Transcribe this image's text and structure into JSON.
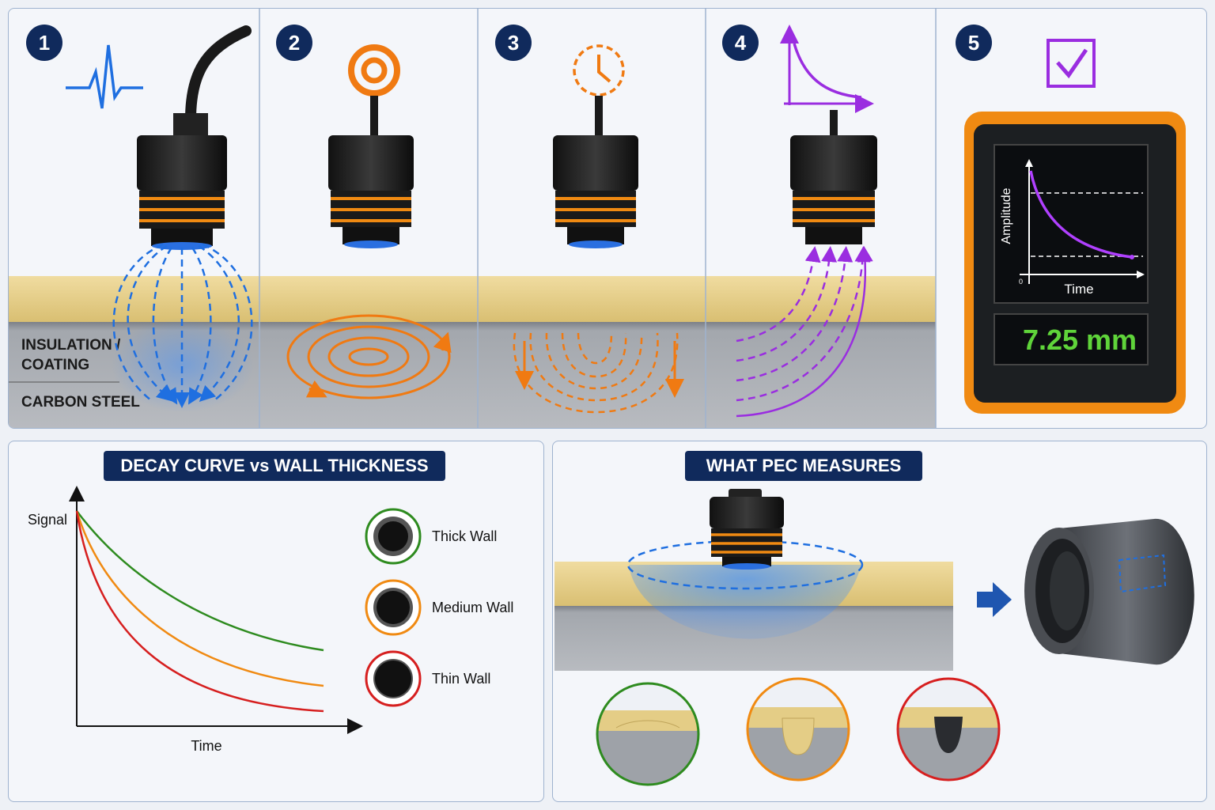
{
  "steps": [
    {
      "number": "1",
      "icon": "pulse-icon"
    },
    {
      "number": "2",
      "icon": "target-rings-icon"
    },
    {
      "number": "3",
      "icon": "clock-icon"
    },
    {
      "number": "4",
      "icon": "decay-curve-icon"
    },
    {
      "number": "5",
      "icon": "checkbox-icon"
    }
  ],
  "layers": {
    "insulation_line1": "INSULATION /",
    "insulation_line2": "COATING",
    "steel": "CARBON STEEL"
  },
  "device": {
    "y_axis_label": "Amplitude",
    "x_axis_label": "Time",
    "origin_label": "0",
    "reading": "7.25 mm",
    "reading_color": "#5fd43a"
  },
  "decay_panel": {
    "title": "DECAY CURVE vs WALL THICKNESS",
    "y_label": "Signal",
    "x_label": "Time",
    "legend": [
      {
        "label": "Thick Wall",
        "color": "#2e8b1f"
      },
      {
        "label": "Medium Wall",
        "color": "#f08a12"
      },
      {
        "label": "Thin Wall",
        "color": "#d61f1f"
      }
    ]
  },
  "pec_panel": {
    "title": "WHAT PEC MEASURES"
  },
  "colors": {
    "navy": "#102a5c",
    "blue_field": "#1f6fe0",
    "eddy_orange": "#f07a12",
    "decay_purple": "#9a2de0",
    "insulation": "#e6cf8a",
    "steel": "#9ea2a8"
  }
}
